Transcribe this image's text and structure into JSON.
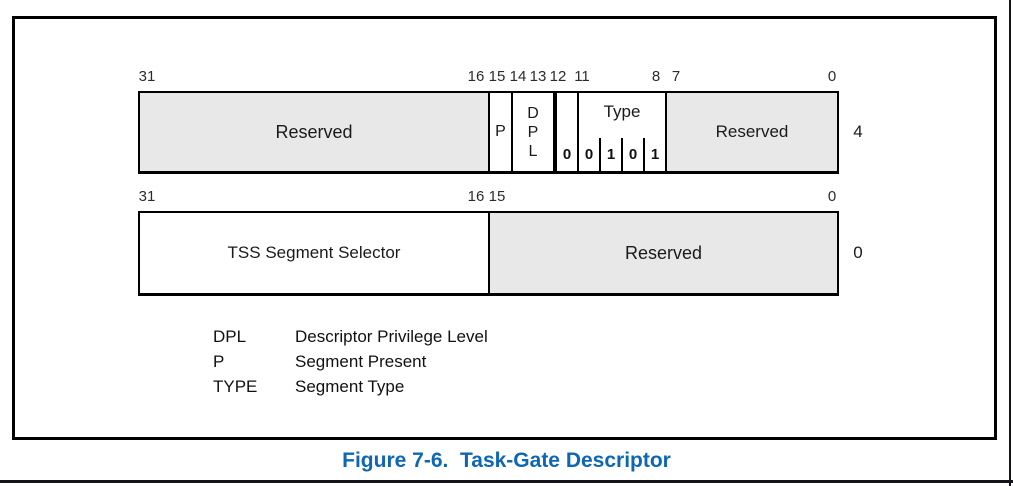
{
  "figure": {
    "caption": "Figure 7-6.  Task-Gate Descriptor"
  },
  "diagram": {
    "dword_high": {
      "offset_label": "4",
      "bit_labels": [
        "31",
        "16",
        "15",
        "14",
        "13",
        "12",
        "11",
        "8",
        "7",
        "0"
      ],
      "fields": {
        "reserved_high": "Reserved",
        "p": "P",
        "dpl": [
          "D",
          "P",
          "L"
        ],
        "bit12_value": "0",
        "type_label": "Type",
        "type_values": [
          "0",
          "1",
          "0",
          "1"
        ],
        "reserved_low": "Reserved"
      }
    },
    "dword_low": {
      "offset_label": "0",
      "bit_labels": [
        "31",
        "16",
        "15",
        "0"
      ],
      "fields": {
        "tss_segment_selector": "TSS Segment Selector",
        "reserved": "Reserved"
      }
    }
  },
  "legend": [
    {
      "term": "DPL",
      "definition": "Descriptor Privilege Level"
    },
    {
      "term": "P",
      "definition": "Segment Present"
    },
    {
      "term": "TYPE",
      "definition": "Segment Type"
    }
  ],
  "colors": {
    "field_gray": "#e8e8e8",
    "caption_blue": "#0e67b3",
    "border_black": "#000000"
  }
}
